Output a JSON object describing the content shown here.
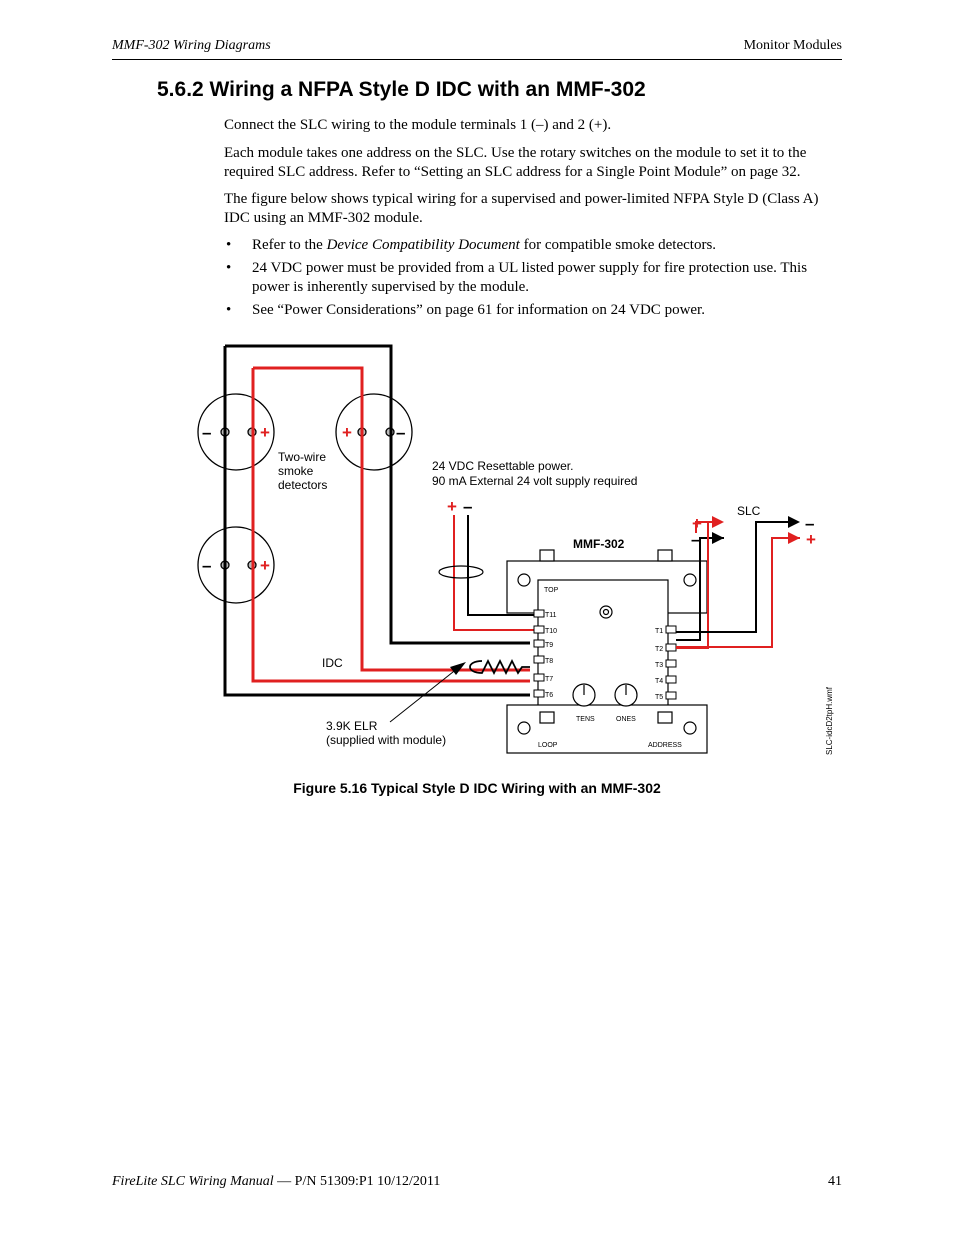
{
  "header": {
    "left": "MMF-302 Wiring Diagrams",
    "right": "Monitor Modules"
  },
  "section_title": "5.6.2  Wiring a NFPA Style D IDC with an MMF-302",
  "paragraphs": [
    "Connect the SLC wiring to the module terminals 1 (–) and 2 (+).",
    "Each module takes one address on the SLC.  Use the rotary switches on the module to set it to the required SLC address. Refer to “Setting an SLC address for a Single Point Module” on page 32.",
    "The figure below shows typical wiring for a supervised and power-limited NFPA Style D (Class A) IDC using an MMF-302 module."
  ],
  "bullets": {
    "b1_pre": "Refer to the ",
    "b1_em": "Device Compatibility Document",
    "b1_post": " for compatible smoke detectors.",
    "b2": "24 VDC power must be provided from a UL listed power supply for fire protection use. This power is inherently supervised by the module.",
    "b3": "See “Power Considerations” on page 61 for information on 24 VDC power."
  },
  "diagram": {
    "detector_label": [
      "Two-wire",
      "smoke",
      "detectors"
    ],
    "power_label": [
      "24 VDC Resettable power.",
      "90 mA External 24 volt supply required"
    ],
    "slc_label": "SLC",
    "module_label": "MMF-302",
    "idc_label": "IDC",
    "elr_label": [
      "3.9K ELR",
      "(supplied with module)"
    ],
    "file_label": "SLC-idcD2tpH.wmf",
    "plus": "+",
    "minus": "–",
    "terminals_left": [
      "T11",
      "T10",
      "T9",
      "T8",
      "T7",
      "T6"
    ],
    "terminals_right": [
      "T1",
      "T2",
      "T3",
      "T4",
      "T5"
    ],
    "module_marks": {
      "tens": "TENS",
      "ones": "ONES",
      "loop": "LOOP",
      "address": "ADDRESS",
      "top": "TOP"
    },
    "wire_colors": {
      "black": "#000000",
      "red": "#e02020"
    }
  },
  "caption": "Figure 5.16  Typical Style D IDC Wiring with an MMF-302",
  "footer": {
    "left_em": "FireLite SLC Wiring Manual",
    "left_rest": " — P/N 51309:P1  10/12/2011",
    "page": "41"
  }
}
